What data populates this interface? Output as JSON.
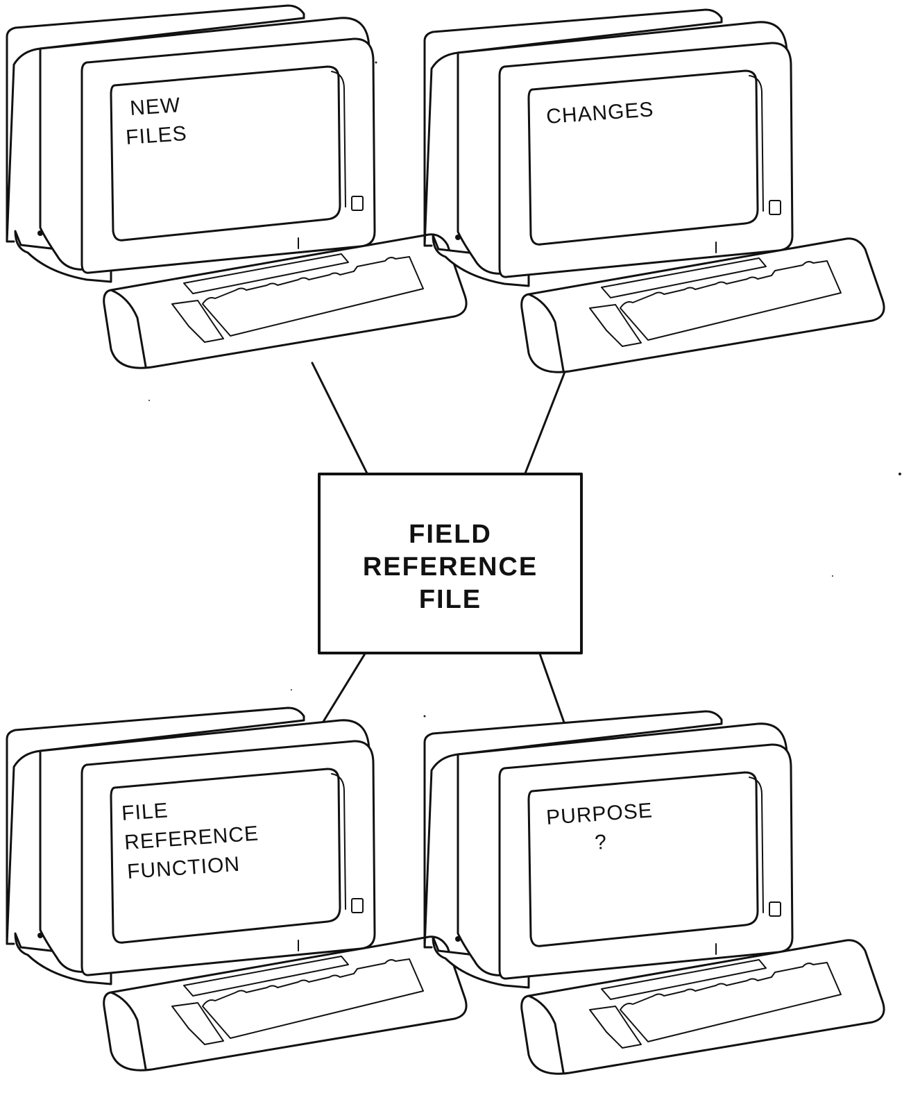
{
  "hub": {
    "lines": [
      "FIELD",
      "REFERENCE",
      "FILE"
    ]
  },
  "terminals": [
    {
      "position": "top-left",
      "screen_lines": [
        "NEW",
        "FILES"
      ]
    },
    {
      "position": "top-right",
      "screen_lines": [
        "CHANGES"
      ]
    },
    {
      "position": "bottom-left",
      "screen_lines": [
        "FILE",
        "REFERENCE",
        "FUNCTION"
      ]
    },
    {
      "position": "bottom-right",
      "screen_lines": [
        "PURPOSE",
        "?"
      ]
    }
  ]
}
